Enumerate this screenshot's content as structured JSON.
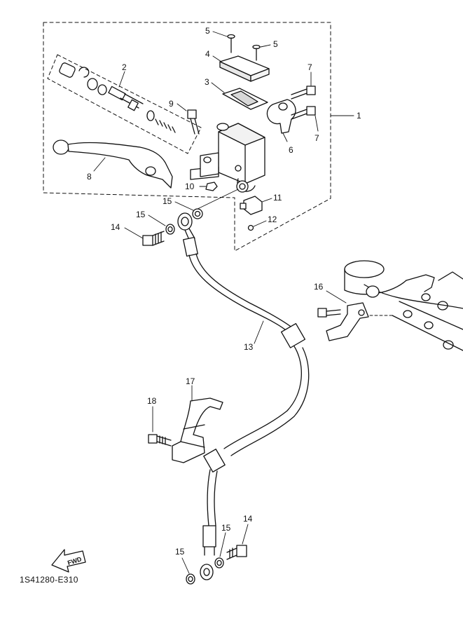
{
  "catalog_code": "1S41280-E310",
  "fwd_label": "FWD",
  "callouts": {
    "c1": "1",
    "c2": "2",
    "c3": "3",
    "c4": "4",
    "c5a": "5",
    "c5b": "5",
    "c6": "6",
    "c7a": "7",
    "c7b": "7",
    "c8": "8",
    "c9": "9",
    "c10": "10",
    "c11": "11",
    "c12": "12",
    "c13": "13",
    "c14a": "14",
    "c14b": "14",
    "c15a": "15",
    "c15b": "15",
    "c15c": "15",
    "c15d": "15",
    "c16": "16",
    "c17": "17",
    "c18": "18"
  },
  "colors": {
    "line": "#111111",
    "fill": "#ffffff",
    "shade": "#d8d8d8"
  }
}
